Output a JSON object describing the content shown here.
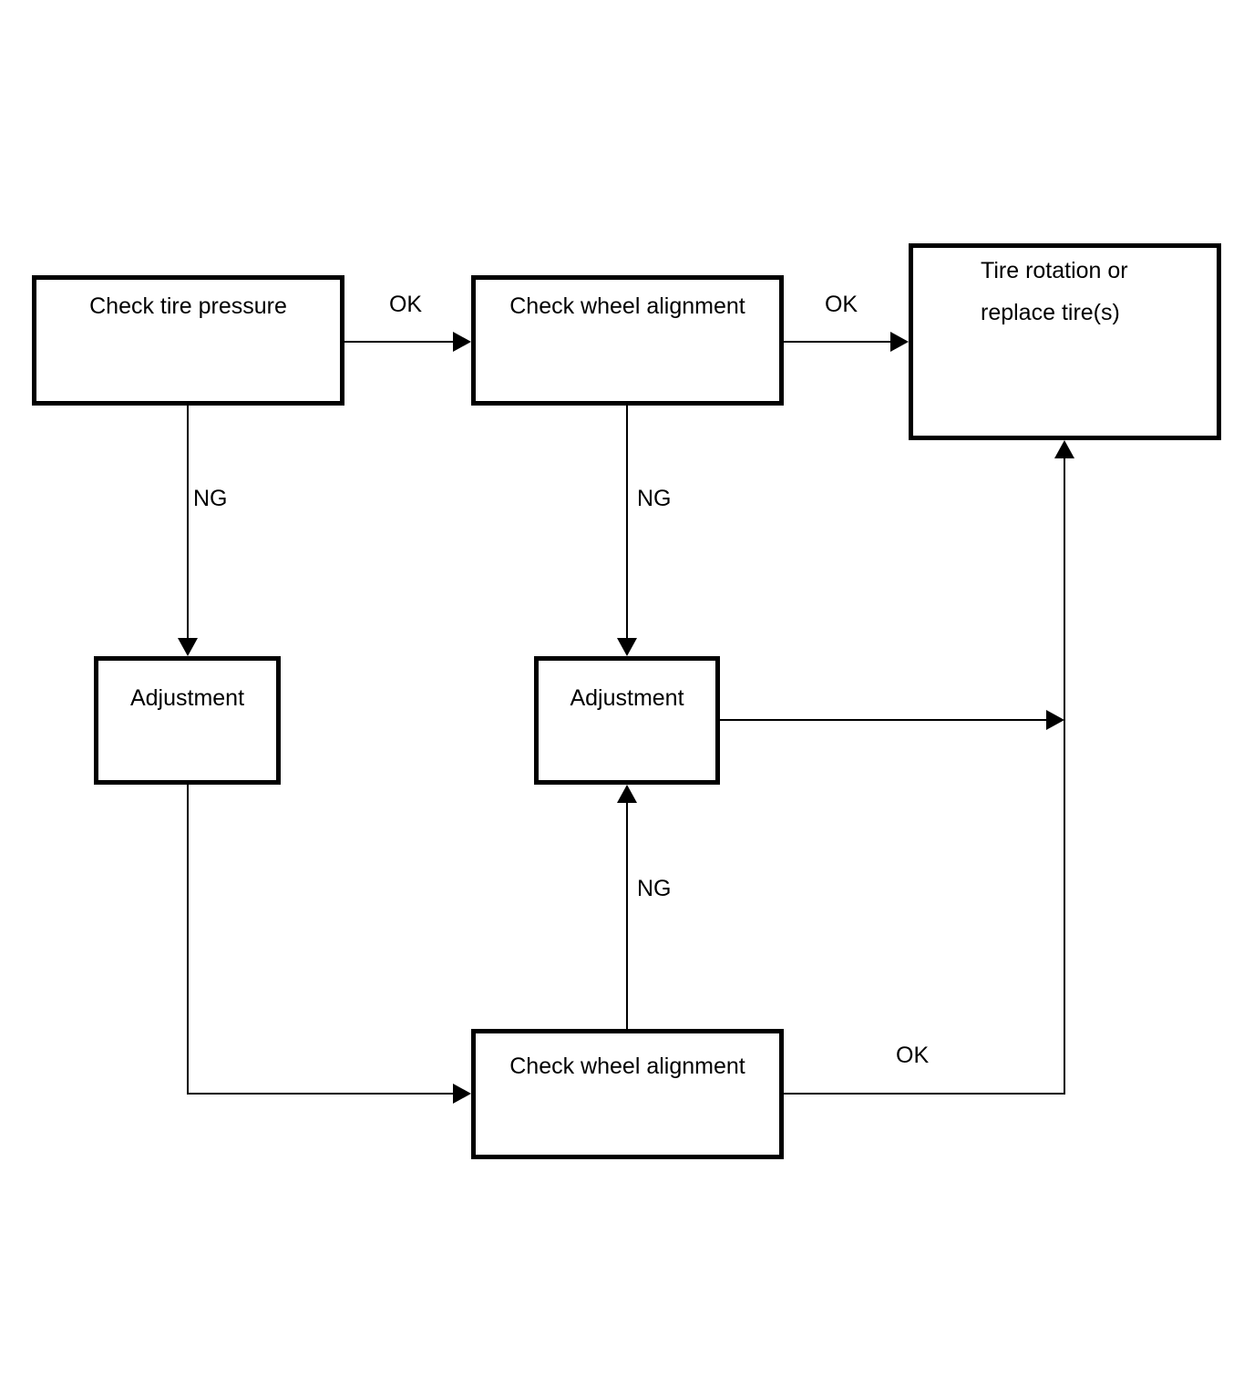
{
  "diagram": {
    "background": "#ffffff",
    "line_color": "#000000",
    "text_color": "#000000"
  },
  "nodes": {
    "check_tire_pressure": {
      "label": "Check tire pressure"
    },
    "check_wheel_alignment_top": {
      "label": "Check wheel alignment"
    },
    "tire_rotation": {
      "line1": "Tire rotation or",
      "line2": "replace tire(s)"
    },
    "adjustment_left": {
      "label": "Adjustment"
    },
    "adjustment_center": {
      "label": "Adjustment"
    },
    "check_wheel_alignment_bottom": {
      "label": "Check wheel alignment"
    }
  },
  "edges": [
    {
      "from": "check_tire_pressure",
      "to": "check_wheel_alignment_top",
      "label": "OK"
    },
    {
      "from": "check_tire_pressure",
      "to": "adjustment_left",
      "label": "NG"
    },
    {
      "from": "check_wheel_alignment_top",
      "to": "tire_rotation",
      "label": "OK"
    },
    {
      "from": "check_wheel_alignment_top",
      "to": "adjustment_center",
      "label": "NG"
    },
    {
      "from": "adjustment_left",
      "to": "check_wheel_alignment_bottom",
      "label": ""
    },
    {
      "from": "check_wheel_alignment_bottom",
      "to": "adjustment_center",
      "label": "NG"
    },
    {
      "from": "check_wheel_alignment_bottom",
      "to": "tire_rotation",
      "label": "OK"
    },
    {
      "from": "adjustment_center",
      "to": "tire_rotation",
      "label": ""
    }
  ]
}
